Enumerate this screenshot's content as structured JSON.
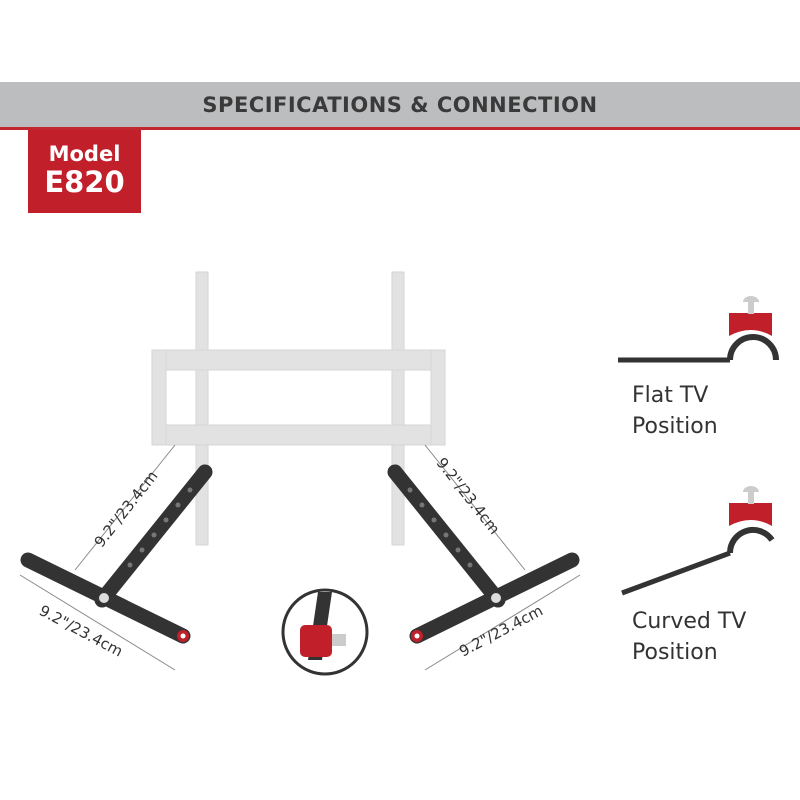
{
  "header": {
    "title": "SPECIFICATIONS & CONNECTION"
  },
  "model": {
    "label": "Model",
    "number": "E820"
  },
  "dimensions": {
    "left_arm_vertical": "9.2\"/23.4cm",
    "left_arm_horizontal": "9.2\"/23.4cm",
    "right_arm_vertical": "9.2\"/23.4cm",
    "right_arm_horizontal": "9.2\"/23.4cm"
  },
  "positions": {
    "flat": {
      "line1": "Flat TV",
      "line2": "Position"
    },
    "curved": {
      "line1": "Curved TV",
      "line2": "Position"
    }
  },
  "colors": {
    "accent": "#c1202b",
    "header_bg": "#bcbdbf",
    "bracket": "#333333",
    "mount": "#e2e2e2"
  }
}
